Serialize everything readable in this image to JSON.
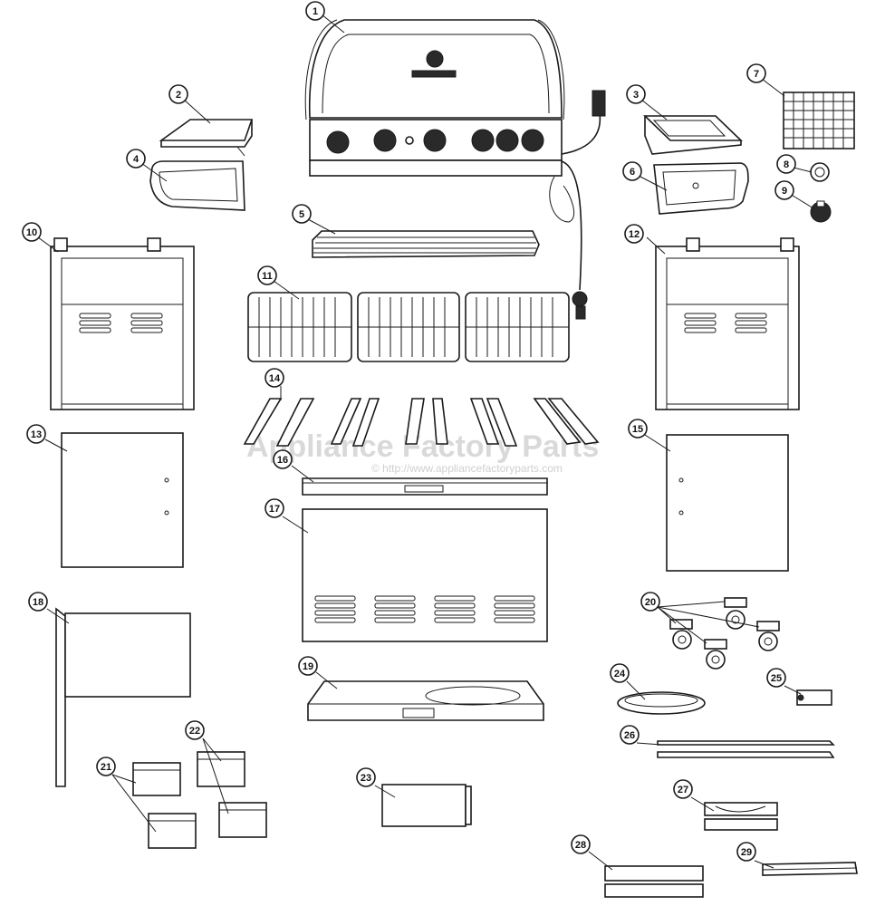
{
  "watermark": {
    "title": "Appliance Factory Parts",
    "url": "© http://www.appliancefactoryparts.com"
  },
  "callouts": [
    "1",
    "2",
    "3",
    "4",
    "5",
    "6",
    "7",
    "8",
    "9",
    "10",
    "11",
    "12",
    "13",
    "14",
    "15",
    "16",
    "17",
    "18",
    "19",
    "20",
    "21",
    "22",
    "23",
    "24",
    "25",
    "26",
    "27",
    "28",
    "29"
  ]
}
